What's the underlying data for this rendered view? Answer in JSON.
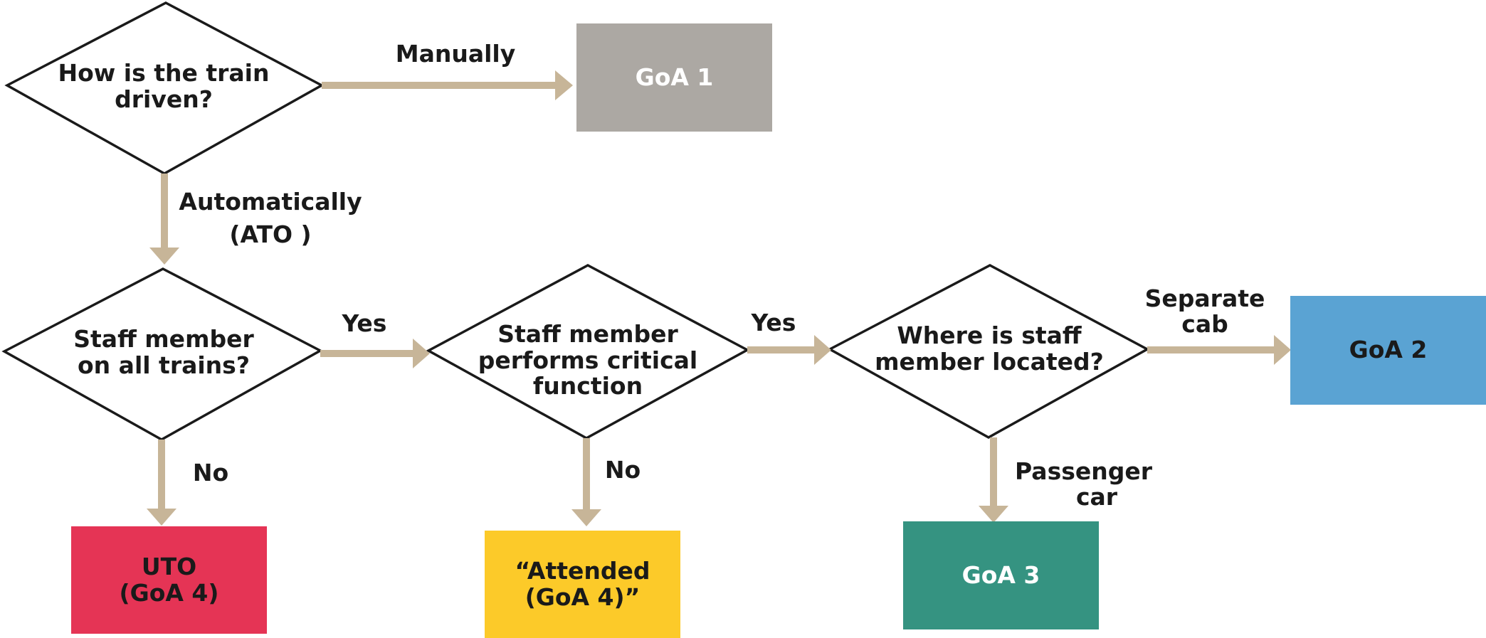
{
  "questions": {
    "q1": [
      "How is the train",
      "driven?"
    ],
    "q2": [
      "Staff member",
      "on all trains?"
    ],
    "q3": [
      "Staff member",
      "performs critical",
      "function"
    ],
    "q4": [
      "Where is staff",
      "member located?"
    ]
  },
  "outcomes": {
    "goa1": {
      "lines": [
        "GoA 1"
      ],
      "color": "#aca8a3"
    },
    "goa2": {
      "lines": [
        "GoA 2"
      ],
      "color": "#5aa3d3"
    },
    "goa3": {
      "lines": [
        "GoA 3"
      ],
      "color": "#359381"
    },
    "uto": {
      "lines": [
        "UTO",
        "(GoA  4)"
      ],
      "color": "#e53455"
    },
    "attended": {
      "lines": [
        "“Attended",
        "(GoA 4)”"
      ],
      "color": "#fcca29"
    }
  },
  "edge_labels": {
    "manually": [
      "Manually"
    ],
    "automatically": [
      "Automatically",
      "(ATO )"
    ],
    "yes1": [
      "Yes"
    ],
    "yes2": [
      "Yes"
    ],
    "no1": [
      "No"
    ],
    "no2": [
      "No"
    ],
    "separate_cab": [
      "Separate",
      "cab"
    ],
    "passenger_car": [
      "Passenger",
      "car"
    ]
  },
  "colors": {
    "arrow": "#c7b598",
    "diamond_stroke": "#1a1a1a",
    "light_text": "#ffffff",
    "dark_text": "#1a1a1a"
  }
}
